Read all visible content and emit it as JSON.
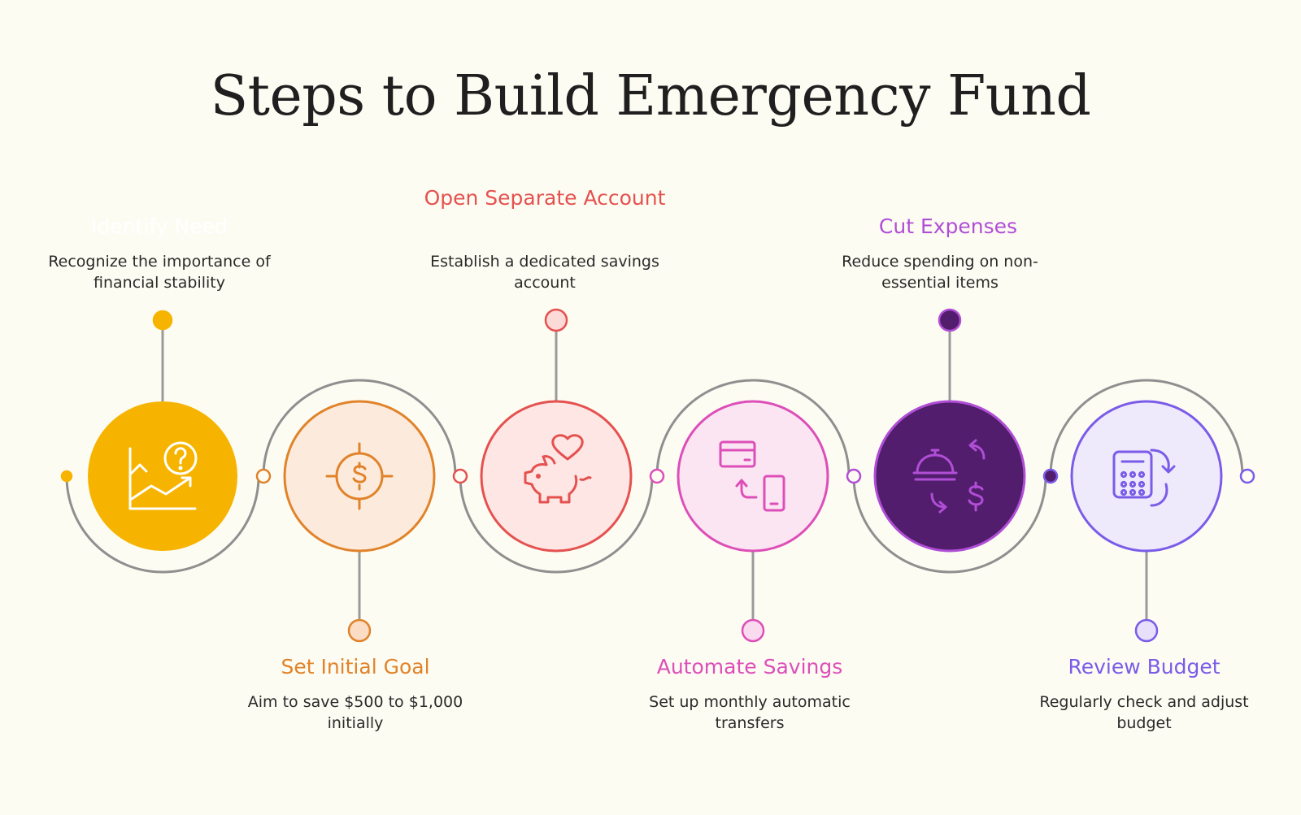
{
  "title": "Steps to Build Emergency Fund",
  "steps": [
    {
      "title": "Identify Need",
      "description": "Recognize the importance of financial stability",
      "icon": "chart-question-icon",
      "color": "#F6B400",
      "fill": "#F6B400",
      "title_color": "#FFFFFF"
    },
    {
      "title": "Set Initial Goal",
      "description": "Aim to save $500 to $1,000 initially",
      "icon": "target-dollar-icon",
      "color": "#E0832A",
      "fill": "#FCEBDD",
      "title_color": "#E0832A"
    },
    {
      "title": "Open Separate Account",
      "description": "Establish a dedicated savings account",
      "icon": "piggy-bank-heart-icon",
      "color": "#E5514F",
      "fill": "#FDE6E4",
      "title_color": "#E5514F"
    },
    {
      "title": "Automate Savings",
      "description": "Set up monthly automatic transfers",
      "icon": "card-phone-transfer-icon",
      "color": "#DD4FB8",
      "fill": "#FCE5F3",
      "title_color": "#DD4FB8"
    },
    {
      "title": "Cut Expenses",
      "description": "Reduce spending on non-essential items",
      "icon": "cloche-dollar-icon",
      "color": "#B04ED6",
      "fill": "#521D6C",
      "title_color": "#B04ED6"
    },
    {
      "title": "Review Budget",
      "description": "Regularly check and adjust budget",
      "icon": "calculator-refresh-icon",
      "color": "#7A5CE8",
      "fill": "#EEE9FB",
      "title_color": "#7A5CE8"
    }
  ],
  "colors": {
    "background": "#FDFCF3",
    "connector": "#9A9A9A",
    "arc": "#8F8F8F"
  }
}
